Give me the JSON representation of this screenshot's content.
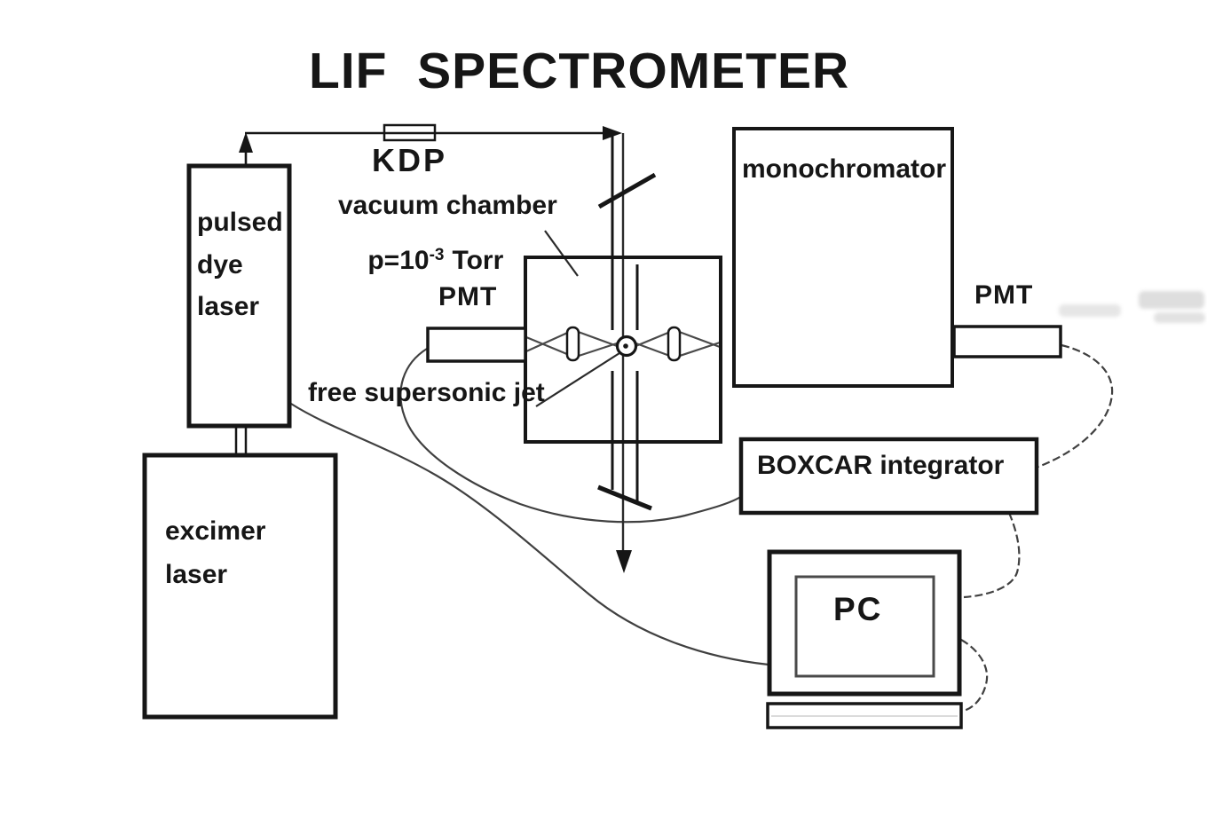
{
  "diagram": {
    "title": "LIF  SPECTROMETER",
    "components": {
      "pulsed_dye_laser": {
        "label_lines": [
          "pulsed",
          "dye",
          "laser"
        ]
      },
      "excimer_laser": {
        "label_lines": [
          "excimer",
          "laser"
        ]
      },
      "kdp_crystal": {
        "label": "KDP"
      },
      "vacuum_chamber": {
        "label": "vacuum chamber",
        "pressure": {
          "base": "p=10",
          "exponent": "-3",
          "unit": "Torr"
        }
      },
      "pmt_left": {
        "label": "PMT"
      },
      "pmt_right": {
        "label": "PMT"
      },
      "monochromator": {
        "label": "monochromator"
      },
      "free_supersonic_jet": {
        "label": "free supersonic jet"
      },
      "boxcar_integrator": {
        "label": "BOXCAR integrator"
      },
      "pc": {
        "label": "PC"
      }
    },
    "colors": {
      "ink": "#161616",
      "cable": "#404040",
      "ray": "#4a4a4a",
      "screen_border": "#4a4a4a",
      "background": "#ffffff"
    }
  }
}
